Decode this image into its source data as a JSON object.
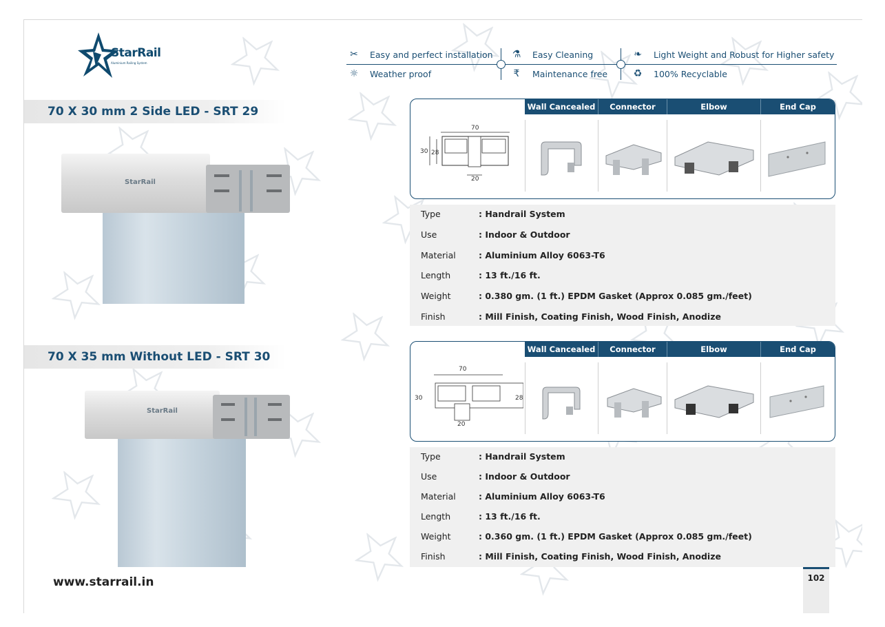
{
  "brand": {
    "name": "StarRail",
    "tagline": "Aluminium Railing System",
    "website": "www.starrail.in",
    "watermark": "StarRail"
  },
  "features": [
    {
      "label": "Easy and perfect installation",
      "icon": "tools-icon"
    },
    {
      "label": "Easy Cleaning",
      "icon": "spray-bottle-icon"
    },
    {
      "label": "Light Weight and Robust for Higher safety",
      "icon": "feather-icon"
    },
    {
      "label": "Weather proof",
      "icon": "weather-icon"
    },
    {
      "label": "Maintenance free",
      "icon": "rupee-icon"
    },
    {
      "label": "100% Recyclable",
      "icon": "recycle-icon"
    }
  ],
  "products": [
    {
      "title": "70 X 30 mm 2 Side LED - SRT 29",
      "drawing": {
        "width": "70",
        "height": "30",
        "inner": "28",
        "slot": "20"
      },
      "accessories": [
        "Wall Cancealed",
        "Connector",
        "Elbow",
        "End Cap"
      ],
      "specs": [
        {
          "key": "Type",
          "value": ": Handrail System"
        },
        {
          "key": "Use",
          "value": ": Indoor & Outdoor"
        },
        {
          "key": "Material",
          "value": ": Aluminium Alloy 6063-T6"
        },
        {
          "key": "Length",
          "value": ": 13 ft./16 ft."
        },
        {
          "key": "Weight",
          "value": ": 0.380 gm. (1 ft.) EPDM Gasket (Approx 0.085 gm./feet)"
        },
        {
          "key": "Finish",
          "value": ": Mill Finish, Coating Finish, Wood Finish, Anodize"
        }
      ]
    },
    {
      "title": "70 X 35 mm Without LED - SRT 30",
      "drawing": {
        "width": "70",
        "height": "30",
        "inner": "28",
        "slot": "20"
      },
      "accessories": [
        "Wall Cancealed",
        "Connector",
        "Elbow",
        "End Cap"
      ],
      "specs": [
        {
          "key": "Type",
          "value": ": Handrail System"
        },
        {
          "key": "Use",
          "value": ": Indoor & Outdoor"
        },
        {
          "key": "Material",
          "value": ": Aluminium Alloy 6063-T6"
        },
        {
          "key": "Length",
          "value": ": 13 ft./16 ft."
        },
        {
          "key": "Weight",
          "value": ": 0.360 gm. (1 ft.) EPDM Gasket (Approx 0.085 gm./feet)"
        },
        {
          "key": "Finish",
          "value": ": Mill Finish, Coating Finish, Wood Finish, Anodize"
        }
      ]
    }
  ],
  "page_number": "102",
  "colors": {
    "primary": "#1a4e73",
    "panel_bg": "#f0f0f0"
  }
}
